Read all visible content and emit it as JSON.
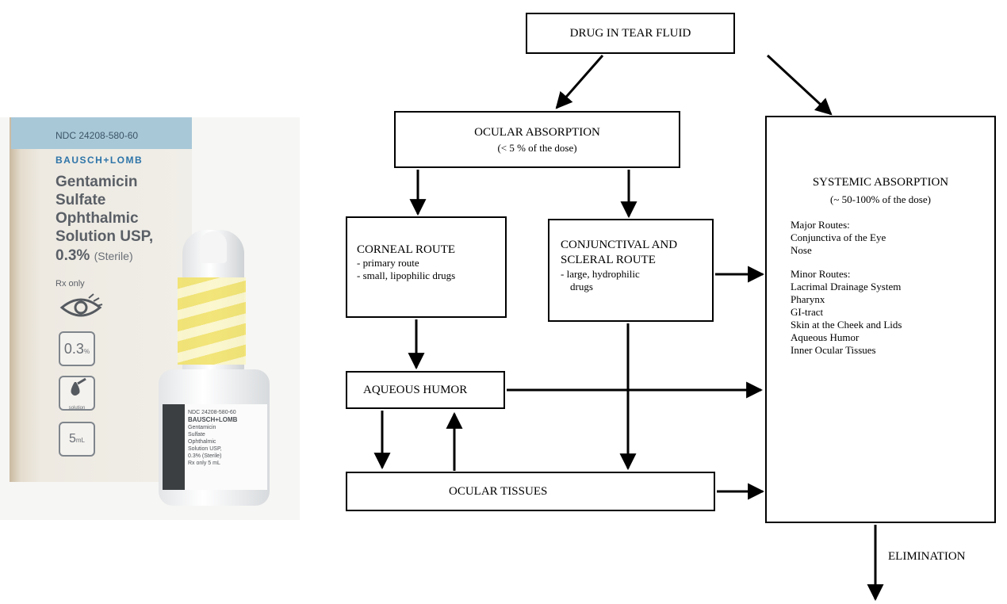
{
  "photo": {
    "box": {
      "ndc": "NDC 24208-580-60",
      "brand": "BAUSCH+LOMB",
      "name_lines": [
        "Gentamicin",
        "Sulfate",
        "Ophthalmic",
        "Solution USP,"
      ],
      "strength": "0.3%",
      "sterile": "(Sterile)",
      "rx": "Rx only",
      "badge_concentration": "0.3",
      "badge_concentration_unit": "%",
      "badge_drop_caption": "solution",
      "badge_volume": "5",
      "badge_volume_unit": "mL"
    },
    "bottle": {
      "ndc": "NDC 24208-580-60",
      "brand": "BAUSCH+LOMB",
      "lines": [
        "Gentamicin",
        "Sulfate",
        "Ophthalmic",
        "Solution USP,",
        "0.3% (Sterile)",
        "Rx only     5 mL"
      ]
    }
  },
  "diagram": {
    "tear_fluid": "DRUG IN TEAR FLUID",
    "ocular_absorption": {
      "title": "OCULAR ABSORPTION",
      "sub": "(< 5 % of the dose)"
    },
    "corneal_route": {
      "title": "CORNEAL ROUTE",
      "lines": [
        "- primary route",
        "- small, lipophilic drugs"
      ]
    },
    "conjunctival_route": {
      "title_lines": [
        "CONJUNCTIVAL AND",
        "SCLERAL ROUTE"
      ],
      "lines": [
        "- large, hydrophilic",
        "drugs"
      ]
    },
    "aqueous_humor": "AQUEOUS HUMOR",
    "ocular_tissues": "OCULAR TISSUES",
    "systemic_absorption": {
      "title": "SYSTEMIC ABSORPTION",
      "sub": "(~ 50-100% of the dose)",
      "major_heading": "Major Routes:",
      "major": [
        "Conjunctiva of the Eye",
        "Nose"
      ],
      "minor_heading": "Minor Routes:",
      "minor": [
        "Lacrimal Drainage System",
        "Pharynx",
        "GI-tract",
        "Skin at the Cheek and Lids",
        "Aqueous Humor",
        "Inner Ocular Tissues"
      ]
    },
    "elimination": "ELIMINATION"
  }
}
